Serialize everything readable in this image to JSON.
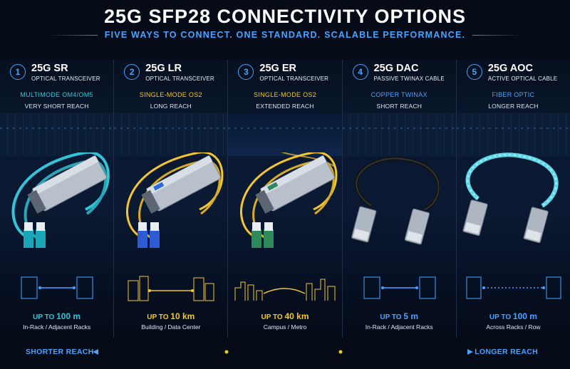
{
  "header": {
    "title": "25G SFP28 CONNECTIVITY OPTIONS",
    "subtitle": "FIVE WAYS TO CONNECT. ONE STANDARD. SCALABLE PERFORMANCE."
  },
  "options": [
    {
      "num": "1",
      "name": "25G SR",
      "desc": "OPTICAL TRANSCEIVER",
      "medium": "MULTIMODE OM4/OM5",
      "reach": "VERY SHORT REACH",
      "dist_prefix": "UP TO",
      "dist_value": "100 m",
      "location": "In-Rack / Adjacent Racks",
      "accent": "#36c3d8"
    },
    {
      "num": "2",
      "name": "25G LR",
      "desc": "OPTICAL TRANSCEIVER",
      "medium": "SINGLE-MODE OS2",
      "reach": "LONG REACH",
      "dist_prefix": "UP TO",
      "dist_value": "10 km",
      "location": "Building / Data Center",
      "accent": "#f2c531"
    },
    {
      "num": "3",
      "name": "25G ER",
      "desc": "OPTICAL TRANSCEIVER",
      "medium": "SINGLE-MODE OS2",
      "reach": "EXTENDED REACH",
      "dist_prefix": "UP TO",
      "dist_value": "40 km",
      "location": "Campus / Metro",
      "accent": "#f2c531"
    },
    {
      "num": "4",
      "name": "25G DAC",
      "desc": "PASSIVE TWINAX CABLE",
      "medium": "COPPER TWINAX",
      "reach": "SHORT REACH",
      "dist_prefix": "UP TO",
      "dist_value": "5 m",
      "location": "In-Rack / Adjacent Racks",
      "accent": "#4aa3ff"
    },
    {
      "num": "5",
      "name": "25G AOC",
      "desc": "ACTIVE OPTICAL CABLE",
      "medium": "FIBER OPTIC",
      "reach": "LONGER REACH",
      "dist_prefix": "UP TO",
      "dist_value": "100 m",
      "location": "Across Racks / Row",
      "accent": "#4aa3ff"
    }
  ],
  "footer": {
    "left": "SHORTER REACH",
    "right": "LONGER REACH"
  },
  "colors": {
    "accent_blue": "#4aa3ff",
    "accent_yellow": "#f2c531",
    "accent_cyan": "#36c3d8",
    "background": "#050b17"
  },
  "icons": [
    "server-rack-icon",
    "building-icon",
    "city-skyline-icon",
    "reach-arrow-icon"
  ]
}
